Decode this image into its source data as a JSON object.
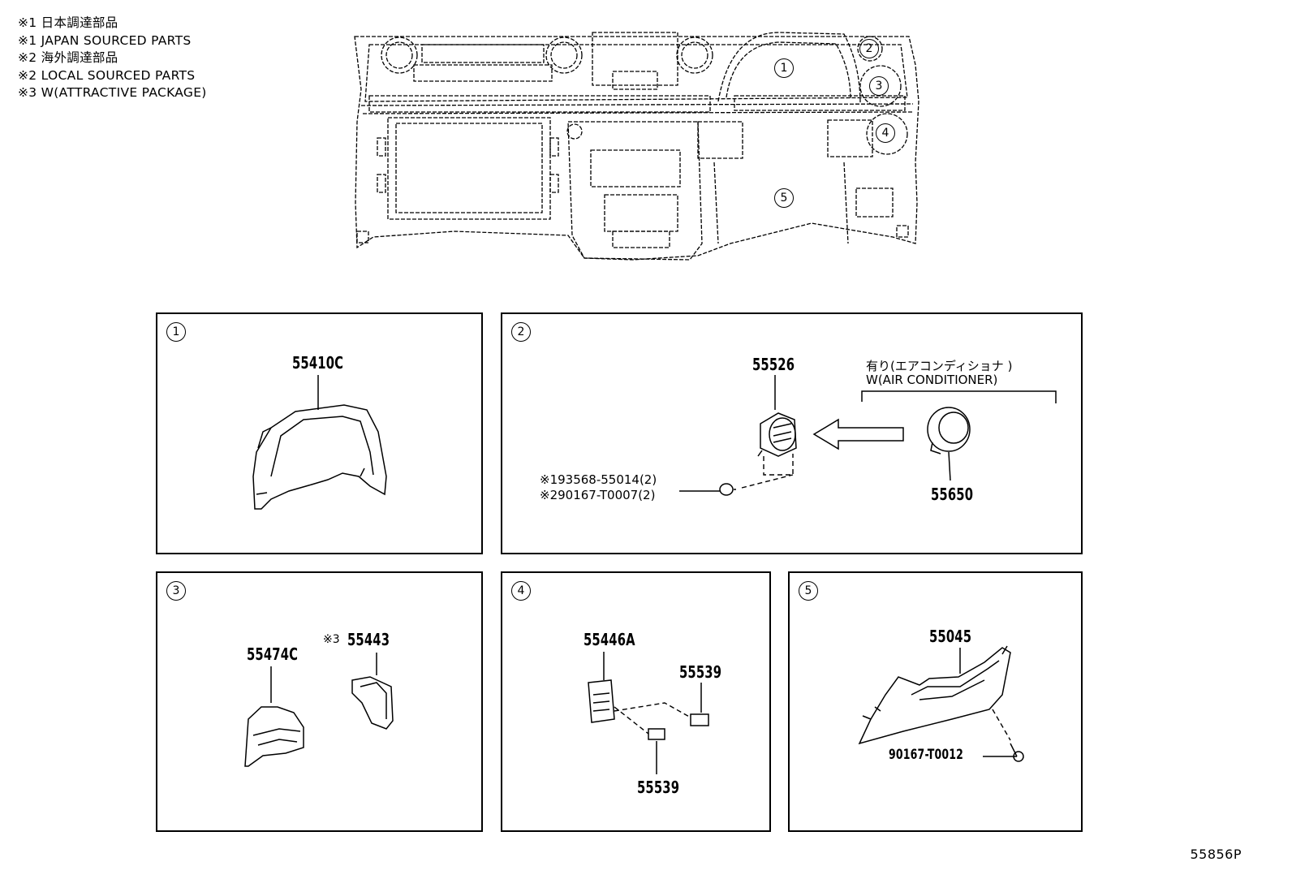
{
  "notes": [
    "※1 日本調達部品",
    "※1 JAPAN SOURCED PARTS",
    "※2 海外調達部品",
    "※2 LOCAL SOURCED PARTS",
    "※3 W(ATTRACTIVE PACKAGE)"
  ],
  "overview_callouts": [
    "1",
    "2",
    "3",
    "4",
    "5"
  ],
  "panels": {
    "p1": {
      "index": "1",
      "parts": [
        "55410C"
      ]
    },
    "p2": {
      "index": "2",
      "parts": [
        "55526",
        "55650"
      ],
      "condition_jp": "有り(エアコンディショナ )",
      "condition_en": "W(AIR CONDITIONER)",
      "fasteners": [
        "※193568-55014(2)",
        "※290167-T0007(2)"
      ]
    },
    "p3": {
      "index": "3",
      "parts": [
        "55474C",
        "55443"
      ],
      "note_prefix": "※3"
    },
    "p4": {
      "index": "4",
      "parts": [
        "55446A",
        "55539",
        "55539"
      ]
    },
    "p5": {
      "index": "5",
      "parts": [
        "55045",
        "90167-T0012"
      ]
    }
  },
  "diagram_code": "55856P"
}
